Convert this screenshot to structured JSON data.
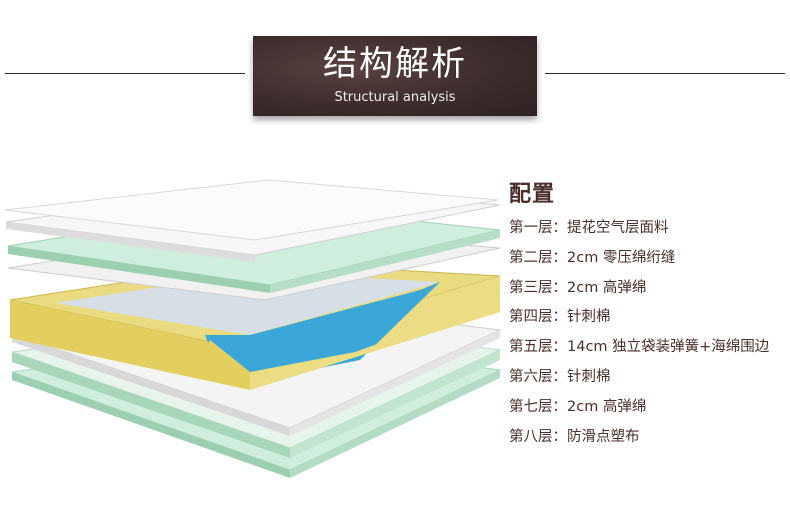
{
  "header": {
    "title": "结构解析",
    "subtitle": "Structural analysis"
  },
  "spec": {
    "title": "配置",
    "layers": [
      "第一层：提花空气层面料",
      "第二层：2cm 零压绵绗缝",
      "第三层：2cm 高弹绵",
      "第四层：针刺棉",
      "第五层：14cm 独立袋装弹簧+海绵围边",
      "第六层：针刺棉",
      "第七层：2cm 高弹绵",
      "第八层：防滑点塑布"
    ]
  },
  "colors": {
    "text": "#4a2f2a",
    "banner": "#3d2c2c",
    "white_layer": "#f2f2f2",
    "green_layer": "#bfe6cc",
    "yellow_foam": "#e8d87a",
    "spring_blue": "#3aa7d8"
  }
}
